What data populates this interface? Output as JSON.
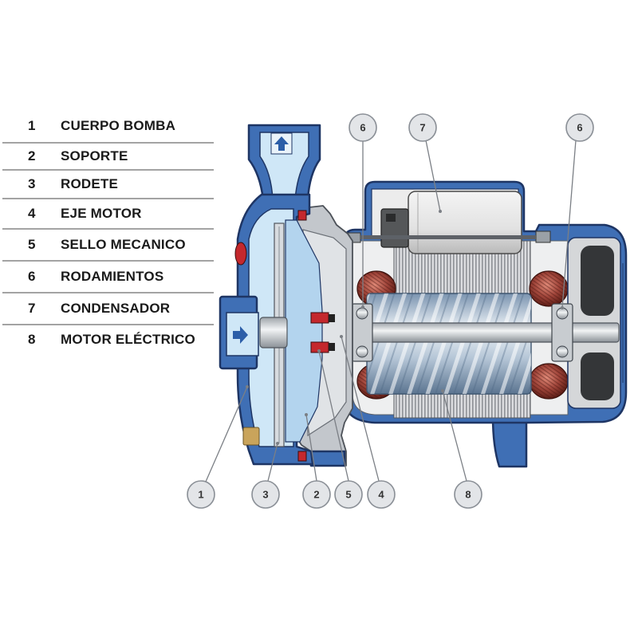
{
  "legend": {
    "items": [
      {
        "number": "1",
        "label": "CUERPO BOMBA"
      },
      {
        "number": "2",
        "label": "SOPORTE"
      },
      {
        "number": "3",
        "label": "RODETE"
      },
      {
        "number": "4",
        "label": "EJE MOTOR"
      },
      {
        "number": "5",
        "label": "SELLO MECANICO"
      },
      {
        "number": "6",
        "label": "RODAMIENTOS"
      },
      {
        "number": "7",
        "label": "CONDENSADOR"
      },
      {
        "number": "8",
        "label": "MOTOR ELÉCTRICO"
      }
    ]
  },
  "callouts": {
    "top": [
      "6",
      "7",
      "6"
    ],
    "bottom": [
      "1",
      "3",
      "2",
      "5",
      "4",
      "8"
    ]
  },
  "icons": {
    "outlet_flow": "arrow-up-icon",
    "inlet_flow": "arrow-right-icon"
  },
  "colors": {
    "casing": "#3f6fb5",
    "outline": "#1e3564",
    "water": "#cfe7f7",
    "support": "#c3c7cc",
    "seal": "#c4282d",
    "copper": "#a0453a",
    "callout_fill": "#e3e5e8"
  }
}
